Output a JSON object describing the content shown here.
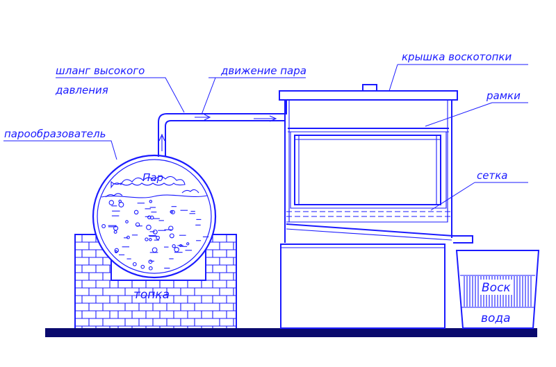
{
  "labels": {
    "hose": "шланг высокого",
    "hose_line2": "давления",
    "steam_flow": "движение пара",
    "lid": "крышка воскотопки",
    "frames": "рамки",
    "generator": "парообразователь",
    "steam": "Пар",
    "mesh": "сетка",
    "firebox": "топка",
    "wax": "Воск",
    "water": "вода"
  },
  "colors": {
    "line": "#1a1aff",
    "ground": "#0a0a6e",
    "background": "#ffffff"
  }
}
